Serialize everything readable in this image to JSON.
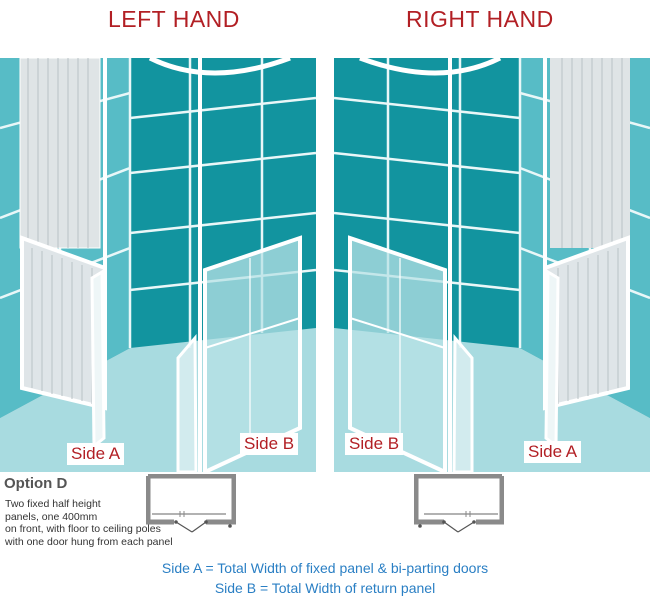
{
  "headings": {
    "left": "LEFT HAND",
    "right": "RIGHT HAND"
  },
  "left_scene": {
    "side_a_label": "Side A",
    "side_b_label": "Side B"
  },
  "right_scene": {
    "side_a_label": "Side A",
    "side_b_label": "Side B"
  },
  "option": {
    "title": "Option D",
    "description_lines": [
      "Two fixed half height",
      "panels, one 400mm",
      "on front, with floor to ceiling poles",
      "with one door hung from each panel"
    ]
  },
  "captions": {
    "side_a": "Side A = Total Width of fixed panel & bi-parting doors",
    "side_b": "Side B = Total Width of return panel"
  },
  "colors": {
    "heading": "#b21f24",
    "tile": "#12949f",
    "tile_dark": "#0d8691",
    "floor": "#a8dbe0",
    "caption": "#2a7fc4"
  }
}
